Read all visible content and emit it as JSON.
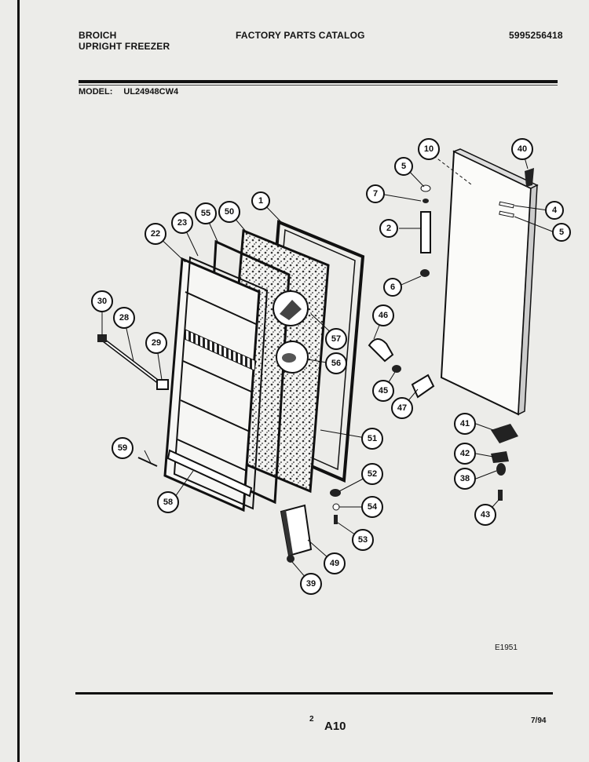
{
  "header": {
    "brand_line1": "BROICH",
    "brand_line2": "UPRIGHT FREEZER",
    "catalog_title": "FACTORY PARTS CATALOG",
    "catalog_number": "5995256418"
  },
  "model": {
    "label": "MODEL:",
    "value": "UL24948CW4"
  },
  "callouts": [
    "1",
    "2",
    "4",
    "5",
    "5",
    "6",
    "7",
    "10",
    "22",
    "23",
    "28",
    "29",
    "30",
    "38",
    "39",
    "40",
    "41",
    "42",
    "43",
    "45",
    "46",
    "47",
    "49",
    "50",
    "51",
    "52",
    "53",
    "54",
    "55",
    "56",
    "57",
    "58",
    "59"
  ],
  "footer": {
    "figure_id": "E1951",
    "page_small": "2",
    "page_code": "A10",
    "date": "7/94"
  }
}
